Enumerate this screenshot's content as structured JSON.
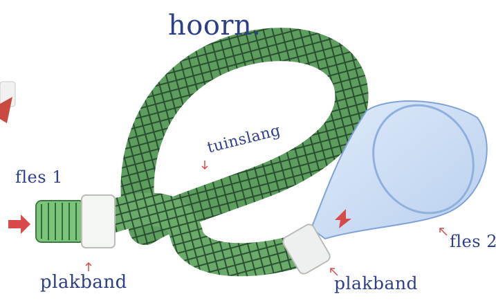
{
  "title": "hoorn.",
  "labels": {
    "tuinslang": "tuinslang",
    "fles1": "fles 1",
    "plakband_left": "plakband",
    "fles2": "fles 2",
    "plakband_right": "plakband"
  },
  "colors": {
    "hose_green": "#5d9e5f",
    "hose_dark": "#1f3d27",
    "bottle_blue": "#c9dcf2",
    "label_blue": "#2f3f86",
    "arrow_red": "#d84a4a"
  }
}
